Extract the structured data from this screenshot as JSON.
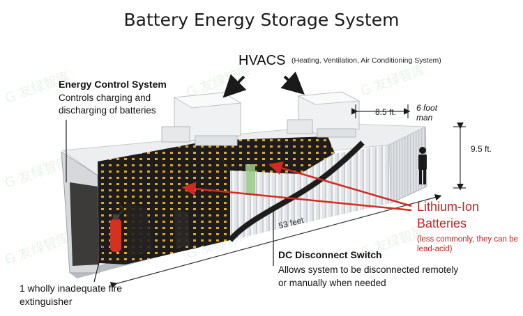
{
  "title": "Battery Energy Storage System",
  "hvacs": {
    "label": "HVACS",
    "description": "(Heating, Ventilation, Air Conditioning System)"
  },
  "energy_control_system": {
    "title": "Energy Control System",
    "description": "Controls charging and discharging of batteries"
  },
  "dimensions": {
    "width": "8.5 ft.",
    "height": "9.5 ft.",
    "length": "53 feet",
    "person": "6 foot man"
  },
  "lithium_ion": {
    "line1": "Lithium-Ion",
    "line2": "Batteries",
    "note": "(less commonly, they can be lead-acid)"
  },
  "dc_switch": {
    "title": "DC Disconnect Switch",
    "description": "Allows system to be disconnected remotely or manually when needed"
  },
  "fire_extinguisher": {
    "label": "1 wholly inadequate fire extinguisher"
  },
  "watermark": "友绿智库",
  "colors": {
    "annotation_red": "#c5221b",
    "container": "#e8eaec",
    "battery_rack": "#1e1d1c",
    "battery_cell": "#e0a82a",
    "extinguisher": "#d2321f"
  }
}
